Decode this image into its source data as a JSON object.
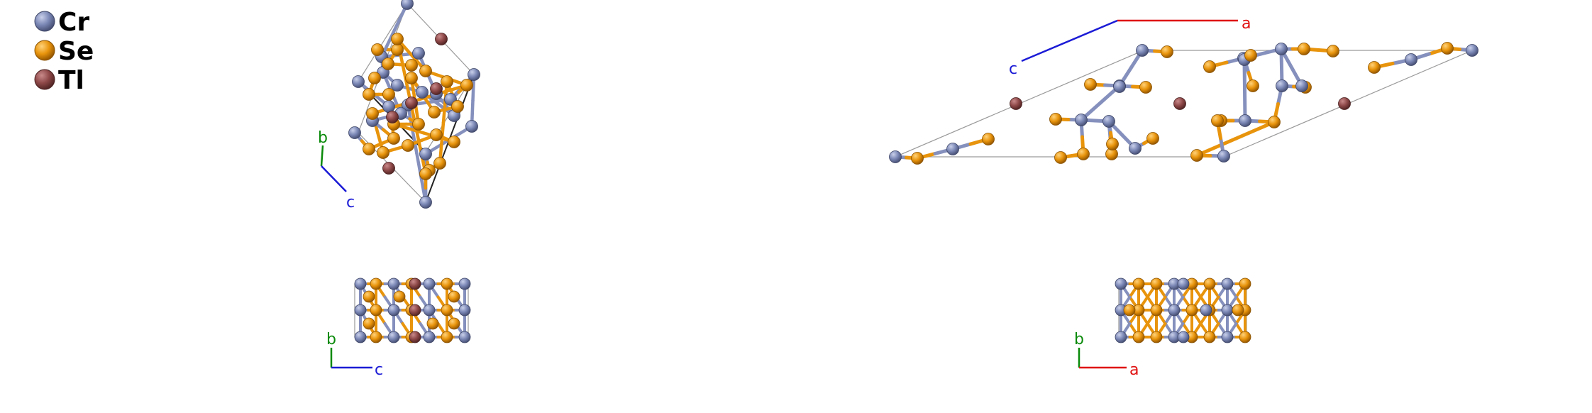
{
  "legend": [
    {
      "symbol": "Cr",
      "color": "#7b87b5"
    },
    {
      "symbol": "Se",
      "color": "#e8940c"
    },
    {
      "symbol": "Tl",
      "color": "#8e4848"
    }
  ],
  "views": [
    {
      "name": "perspective",
      "axes": [
        {
          "label": "b",
          "color": "#0a8a0a"
        },
        {
          "label": "c",
          "color": "#1b1bd6"
        }
      ]
    },
    {
      "name": "along-b",
      "axes": [
        {
          "label": "a",
          "color": "#e01010"
        },
        {
          "label": "c",
          "color": "#1b1bd6"
        }
      ]
    },
    {
      "name": "along-a",
      "axes": [
        {
          "label": "b",
          "color": "#0a8a0a"
        },
        {
          "label": "c",
          "color": "#1b1bd6"
        }
      ]
    },
    {
      "name": "along-c",
      "axes": [
        {
          "label": "b",
          "color": "#0a8a0a"
        },
        {
          "label": "a",
          "color": "#e01010"
        }
      ]
    }
  ],
  "colors": {
    "bond_light": "#9aa4c8",
    "cell_line": "#9a9a9a"
  }
}
